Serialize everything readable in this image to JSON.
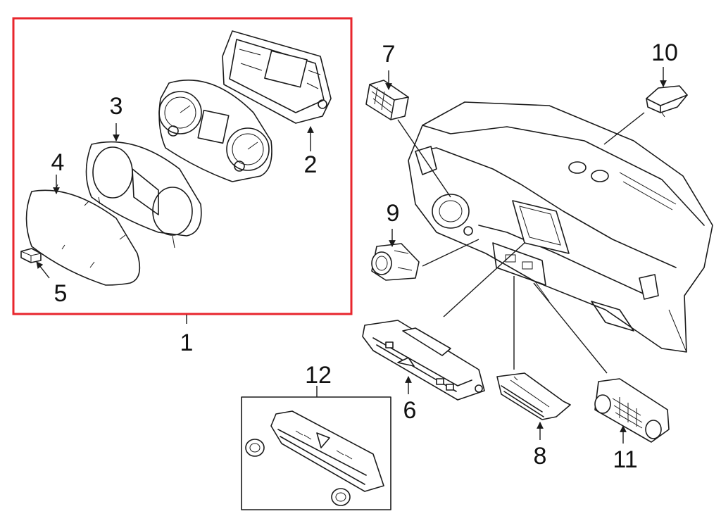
{
  "colors": {
    "highlight_frame": "#e8262d",
    "line": "#1a1a1a",
    "background": "#ffffff"
  },
  "callouts": {
    "c1": "1",
    "c2": "2",
    "c3": "3",
    "c4": "4",
    "c5": "5",
    "c6": "6",
    "c7": "7",
    "c8": "8",
    "c9": "9",
    "c10": "10",
    "c11": "11",
    "c12": "12"
  }
}
